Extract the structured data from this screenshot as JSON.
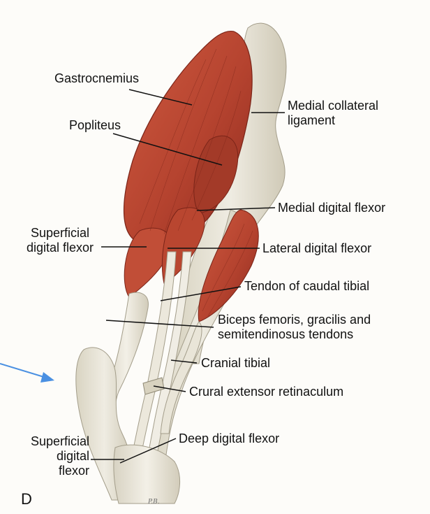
{
  "figure": {
    "panel_letter": "D",
    "artist_initials": "P.B.",
    "colors": {
      "muscle": "#b5432f",
      "muscle_dark": "#8e2b1f",
      "muscle_light": "#d56a52",
      "tendon": "#ebe7da",
      "bone": "#e6e2d3",
      "leader_line": "#111111",
      "arrow": "#4a90e2"
    },
    "labels": [
      {
        "id": "gastrocnemius",
        "lines": [
          "Gastrocnemius"
        ]
      },
      {
        "id": "medial-collateral-ligament",
        "lines": [
          "Medial collateral",
          "ligament"
        ]
      },
      {
        "id": "popliteus",
        "lines": [
          "Popliteus"
        ]
      },
      {
        "id": "medial-digital-flexor",
        "lines": [
          "Medial digital flexor"
        ]
      },
      {
        "id": "superficial-digital-flexor-upper",
        "lines": [
          "Superficial",
          "digital flexor"
        ]
      },
      {
        "id": "lateral-digital-flexor",
        "lines": [
          "Lateral digital flexor"
        ]
      },
      {
        "id": "tendon-of-caudal-tibial",
        "lines": [
          "Tendon of caudal tibial"
        ]
      },
      {
        "id": "biceps-femoris-tendons",
        "lines": [
          "Biceps femoris, gracilis and",
          "semitendinosus tendons"
        ]
      },
      {
        "id": "cranial-tibial",
        "lines": [
          "Cranial tibial"
        ]
      },
      {
        "id": "crural-extensor-retinaculum",
        "lines": [
          "Crural extensor retinaculum"
        ]
      },
      {
        "id": "deep-digital-flexor",
        "lines": [
          "Deep digital flexor"
        ]
      },
      {
        "id": "superficial-digital-flexor-lower",
        "lines": [
          "Superficial",
          "digital",
          "flexor"
        ]
      }
    ]
  }
}
